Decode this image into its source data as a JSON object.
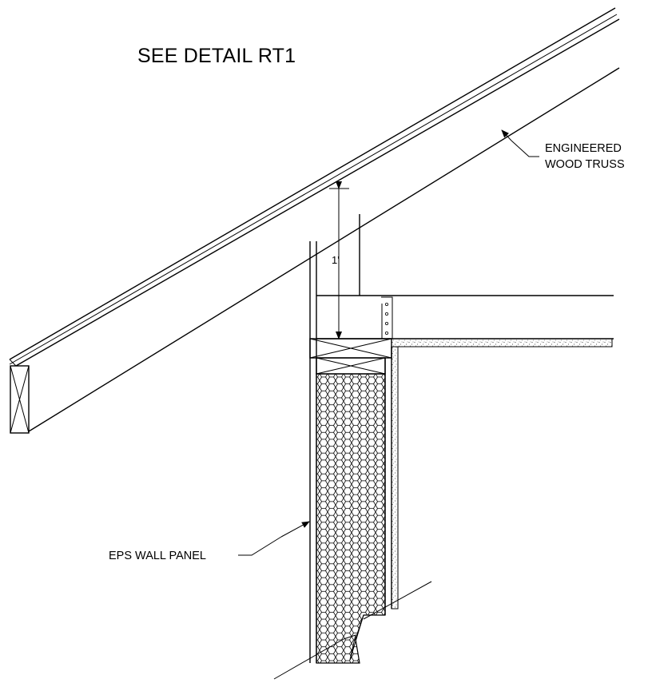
{
  "title": "SEE DETAIL RT1",
  "notes": {
    "truss_line1": "ENGINEERED",
    "truss_line2": "WOOD TRUSS",
    "eps": "EPS WALL PANEL"
  },
  "dimension": {
    "height": "1'"
  },
  "colors": {
    "line": "#000000",
    "background": "#ffffff"
  }
}
